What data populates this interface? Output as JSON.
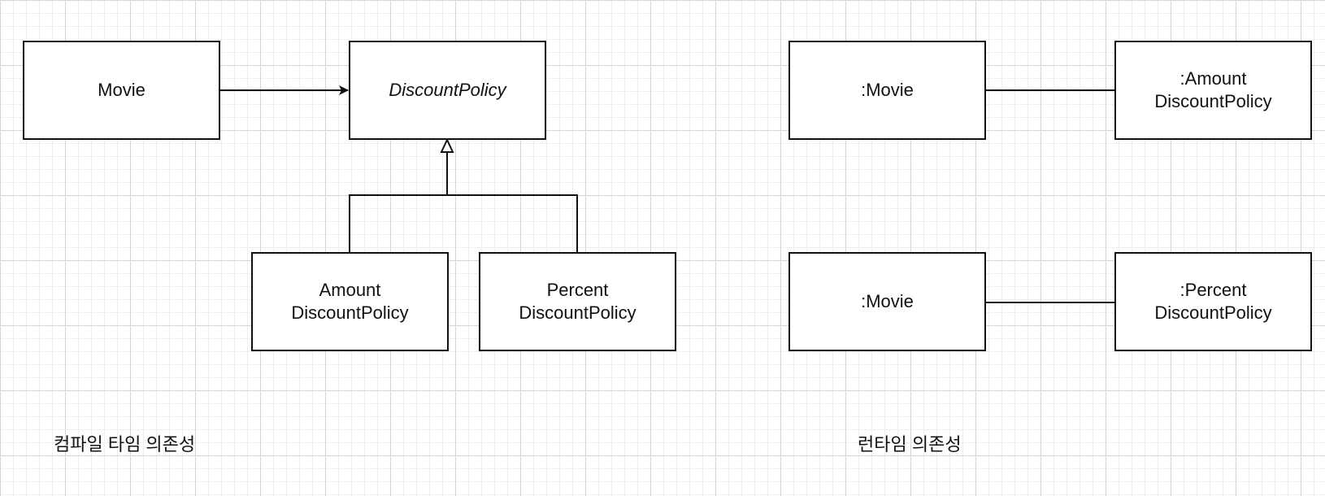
{
  "compile_time": {
    "movie": "Movie",
    "discount_policy": "DiscountPolicy",
    "amount_policy": [
      "Amount",
      "DiscountPolicy"
    ],
    "percent_policy": [
      "Percent",
      "DiscountPolicy"
    ],
    "caption": "컴파일 타임 의존성"
  },
  "runtime": {
    "movie_1": ":Movie",
    "amount_policy": [
      ":Amount",
      "DiscountPolicy"
    ],
    "movie_2": ":Movie",
    "percent_policy": [
      ":Percent",
      "DiscountPolicy"
    ],
    "caption": "런타임 의존성"
  }
}
